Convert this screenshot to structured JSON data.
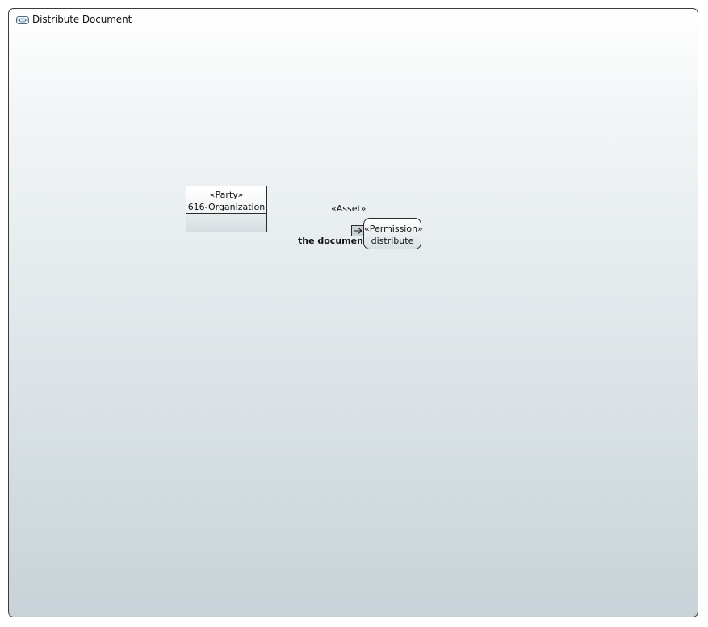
{
  "diagram": {
    "title": "Distribute Document",
    "title_icon": "activity-diagram-icon",
    "colors": {
      "frame_border": "#3a3a3a",
      "frame_gradient_top": "#ffffff",
      "frame_gradient_bottom": "#c7d3d8",
      "pin_fill": "#c9d2d6"
    }
  },
  "party": {
    "stereotype": "«Party»",
    "name": "616-Organization"
  },
  "pin": {
    "stereotype": "«Asset»",
    "label": "the document",
    "icon": "input-pin-arrow-icon"
  },
  "action": {
    "stereotype": "«Permission»",
    "name": "distribute"
  }
}
